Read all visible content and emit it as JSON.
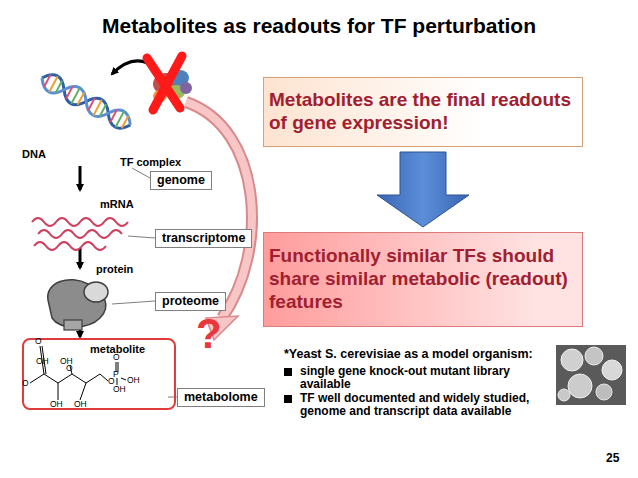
{
  "diagram": {
    "title": "Metabolites as readouts for TF perturbation",
    "nodes": [
      {
        "text": [
          "Metabolites are the final readouts of gene expression!"
        ]
      },
      {
        "text": [
          "Functionally similar TFs should share similar metabolic (readout) features"
        ]
      },
      {
        "text": [
          "genome"
        ]
      },
      {
        "text": [
          "transcriptome"
        ]
      },
      {
        "text": [
          "proteome"
        ]
      },
      {
        "text": [
          "metabolite"
        ]
      },
      {
        "text": [
          "metabolome"
        ]
      }
    ],
    "edges": [
      {
        "from": 0,
        "to": 1,
        "arrow": "to"
      }
    ],
    "labels": [
      "DNA",
      "TF complex",
      "mRNA",
      "protein",
      "?",
      "O",
      "OH",
      "OH",
      "O",
      "O",
      "OH",
      "OH",
      "O",
      "P",
      "O",
      "OH",
      "OH",
      "*Yeast S. cerevisiae as a model organism:",
      "single gene knock-out mutant library available",
      "TF well documented and widely studied, genome and transcript data available",
      "25"
    ]
  }
}
